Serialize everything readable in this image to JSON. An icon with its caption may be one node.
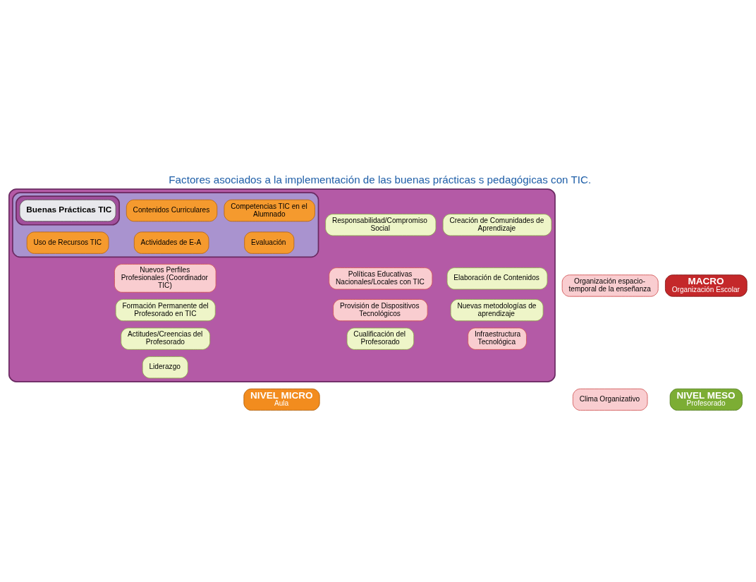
{
  "diagram": {
    "title": "Factores asociados a la implementación de las buenas prácticas s pedagógicas con TIC.",
    "nodes": [
      {
        "text": [
          "NIVEL MICRO",
          "Aula"
        ]
      },
      {
        "text": [
          "NIVEL MESO",
          "Profesorado"
        ]
      },
      {
        "text": [],
        "shape": "ellipse"
      },
      {
        "text": [],
        "shape": "ellipse",
        "in": 2
      },
      {
        "text": [],
        "shape": "ellipse",
        "in": 3
      },
      {
        "text": [
          "Buenas Prácticas TIC"
        ],
        "in": 4
      },
      {
        "text": [
          "Evaluación"
        ],
        "in": 3
      },
      {
        "text": [
          "Uso de Recursos TIC"
        ],
        "in": 3
      },
      {
        "text": [
          "Actividades de E-A"
        ],
        "in": 3
      },
      {
        "text": [
          "Contenidos Curriculares"
        ],
        "in": 3
      },
      {
        "text": [
          "Competencias TIC en el Alumnado"
        ],
        "in": 3
      },
      {
        "text": [
          "Nuevas metodologías de aprendizaje"
        ],
        "in": 2
      },
      {
        "text": [
          "Creación de Comunidades de Aprendizaje"
        ],
        "in": 2
      },
      {
        "text": [
          "Elaboración de Contenidos"
        ],
        "in": 2
      },
      {
        "text": [
          "Actitudes/Creencias del Profesorado"
        ],
        "in": 2
      },
      {
        "text": [
          "Cualificación del Profesorado"
        ],
        "in": 2
      },
      {
        "text": [
          "Formación Permanente del Profesorado en TIC"
        ],
        "in": 2
      },
      {
        "text": [
          "Liderazgo"
        ],
        "in": 2
      },
      {
        "text": [
          "Responsabilidad/Compromiso Social"
        ],
        "in": 2
      },
      {
        "text": [
          "Clima Organizativo"
        ]
      },
      {
        "text": [
          "Nuevos Perfiles Profesionales (Coordinador TIC)"
        ],
        "in": 2
      },
      {
        "text": [
          "Políticas Educativas Nacionales/Locales con TIC"
        ],
        "in": 2
      },
      {
        "text": [
          "Infraestructura Tecnológica"
        ],
        "in": 2
      },
      {
        "text": [
          "Provisión de Dispositivos Tecnológicos"
        ],
        "in": 2
      },
      {
        "text": [
          "Organización espacio-temporal de la enseñanza"
        ]
      },
      {
        "text": [
          "MACRO",
          "Organización Escolar"
        ]
      }
    ],
    "edges": []
  }
}
